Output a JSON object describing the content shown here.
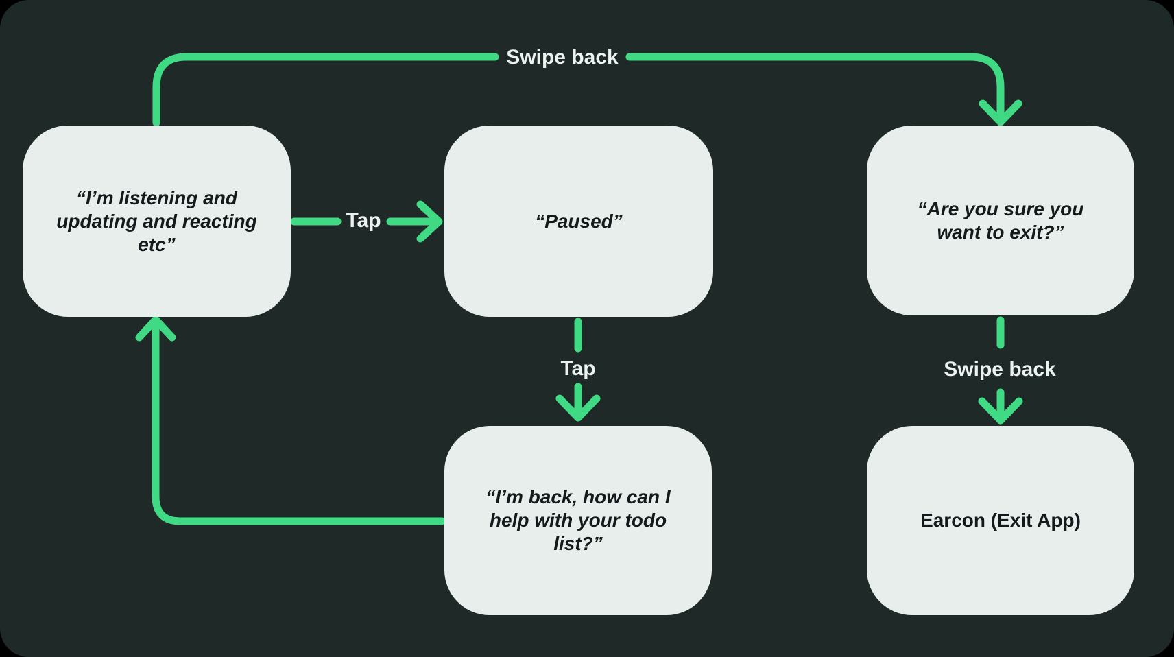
{
  "colors": {
    "background": "#1f2928",
    "node_fill": "#e8eeec",
    "node_text": "#14191b",
    "accent": "#41da84",
    "label_text": "#edf2f0"
  },
  "nodes": {
    "listening": {
      "lines": [
        "“I’m listening and",
        "updating and reacting",
        "etc”"
      ]
    },
    "paused": {
      "lines": [
        "“Paused”"
      ]
    },
    "exit_confirm": {
      "lines": [
        "“Are you sure you",
        "want to exit?”"
      ]
    },
    "back": {
      "lines": [
        "“I’m back, how can I",
        "help with your todo",
        "list?”"
      ]
    },
    "earcon": {
      "lines": [
        "Earcon (Exit App)"
      ]
    }
  },
  "edges": {
    "swipe_back_top": {
      "label": "Swipe back",
      "from": "listening",
      "to": "exit_confirm"
    },
    "tap_pause": {
      "label": "Tap",
      "from": "listening",
      "to": "paused"
    },
    "tap_resume": {
      "label": "Tap",
      "from": "paused",
      "to": "back"
    },
    "swipe_back_exit": {
      "label": "Swipe back",
      "from": "exit_confirm",
      "to": "earcon"
    },
    "resume_loop": {
      "label": "",
      "from": "back",
      "to": "listening"
    }
  }
}
